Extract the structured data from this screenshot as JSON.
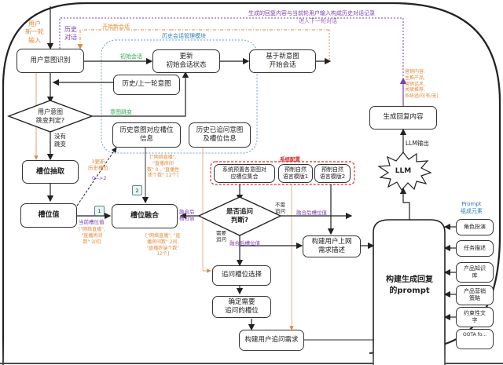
{
  "diagram": {
    "labels": {
      "user_new_input": "用户\n新一轮\n输入",
      "history_dialog": "历史\n对话",
      "start_new_session": "开始新会话",
      "top_feedback": "生成的回复内容与当前轮用户输入构成历史对话记录",
      "enter_next_round": "进入下一轮对话",
      "history_module": "历史会话管理模块",
      "initial_session": "初始会话",
      "intent_jump": "意图跳变",
      "no_jump": "没有\n跳变",
      "update_history_slot": "3更新\n历史槽位",
      "update_history_slot_value": "0-->2",
      "history_slot_value": "[\"网络直播\",\n\"直播房间\n数\" 0 , \"直播性\n质个数\" 12个]",
      "current_slot_value_label": "当前槽位值",
      "current_slot_value": "[\"网络直播\",\n\"直播房间\n数\" 2间]",
      "merged_slot_value_label": "融合后\n槽位值",
      "merged_slot_value": "[\"网络直播\", \"直\n播房间数\" 2间,\n\"直播终端个数\"\n12个]",
      "system_config": "系统配置",
      "no_need_ask": "不需\n追问",
      "need_ask": "需要\n追问",
      "merged_slot_value_right": "融合后槽位值",
      "merged_slot_value_down": "融合后槽位值",
      "llm_output": "LLM输出",
      "marketing_content": "营销内容:\n主推产品,\n营销话术,\n关联推荐,\n系统追问(有/无)",
      "prompt_elements": "Prompt\n组成元素",
      "badge1": "1",
      "badge2": "2"
    },
    "nodes": {
      "intent_recognition": "用户意图识别",
      "update_initial_state": "更新\n初始会话状态",
      "new_intent_session": "基于新意图\n开始会话",
      "history_last_intent": "历史/上一轮意图",
      "intent_jump_decision": "用户意图\n跳变判定?",
      "history_intent_slot": "历史意图对应槽位\n信息",
      "history_asked_intent": "历史已追问意图\n及槽位信息",
      "slot_extraction": "槽位抽取",
      "slot_value": "槽位值",
      "slot_fusion": "槽位融合",
      "system_preset_slots": "系统预置各意图对\n应槽位集合",
      "preset_template1": "预制自然\n语言模版1",
      "preset_template2": "预制自然\n语言模版2",
      "ask_decision": "是否追问\n判断?",
      "build_online_need": "构建用户上网\n需求描述",
      "ask_slot_select": "追问槽位选择",
      "determine_slot": "确定需要\n追问的槽位",
      "build_ask_need": "构建用户追问需求",
      "generate_reply": "生成回复内容",
      "llm": "LLM",
      "build_prompt": "构建生成回复\n的prompt"
    },
    "prompt_elements": [
      "角色扮演",
      "任务描述",
      "产品知识\n库",
      "产品营销\n策略",
      "约束性文\n字",
      "OOTA fo..."
    ]
  }
}
